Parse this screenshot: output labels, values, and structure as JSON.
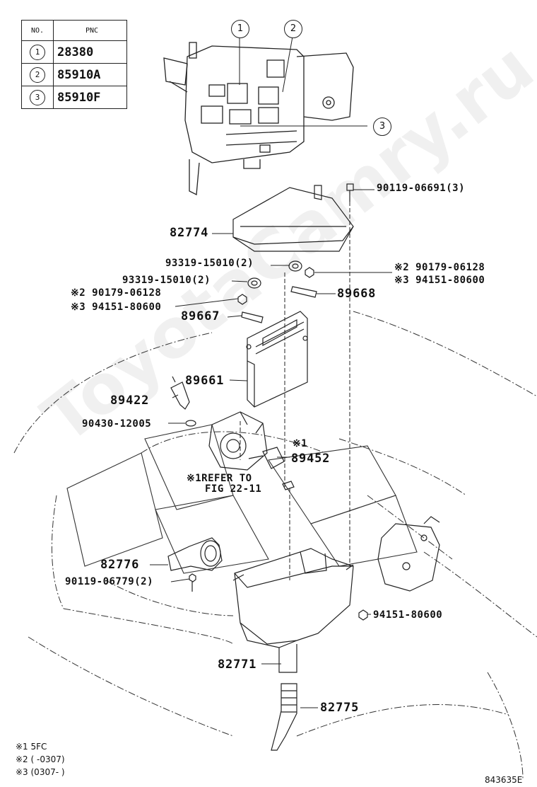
{
  "table": {
    "header_no": "NO.",
    "header_pnc": "PNC",
    "rows": [
      {
        "no": "1",
        "pnc": "28380"
      },
      {
        "no": "2",
        "pnc": "85910A"
      },
      {
        "no": "3",
        "pnc": "85910F"
      }
    ]
  },
  "callouts": {
    "c1": "1",
    "c2": "2",
    "c3": "3"
  },
  "labels": {
    "bolt_top": "90119-06691(3)",
    "cover": "82774",
    "grommet_a": "93319-15010(2)",
    "grommet_b": "93319-15010(2)",
    "nut_r1": "※2 90179-06128",
    "nut_r2": "※3 94151-80600",
    "bracket_r": "89668",
    "nut_l1": "※2 90179-06128",
    "nut_l2": "※3 94151-80600",
    "bracket_l": "89667",
    "ecu": "89661",
    "sensor": "89422",
    "gasket": "90430-12005",
    "ref_mark": "※1",
    "throttle_sensor": "89452",
    "refer_1": "※1REFER TO",
    "refer_2": "FIG 22-11",
    "duct": "82776",
    "bolt_low": "90119-06779(2)",
    "nut_low": "94151-80600",
    "case": "82771",
    "hose": "82775"
  },
  "notes": {
    "n1": "※1 5FC",
    "n2": "※2 (        -0307)",
    "n3": "※3 (0307-        )"
  },
  "figure_id": "843635E",
  "watermark": "ToyotaCamry.ru"
}
